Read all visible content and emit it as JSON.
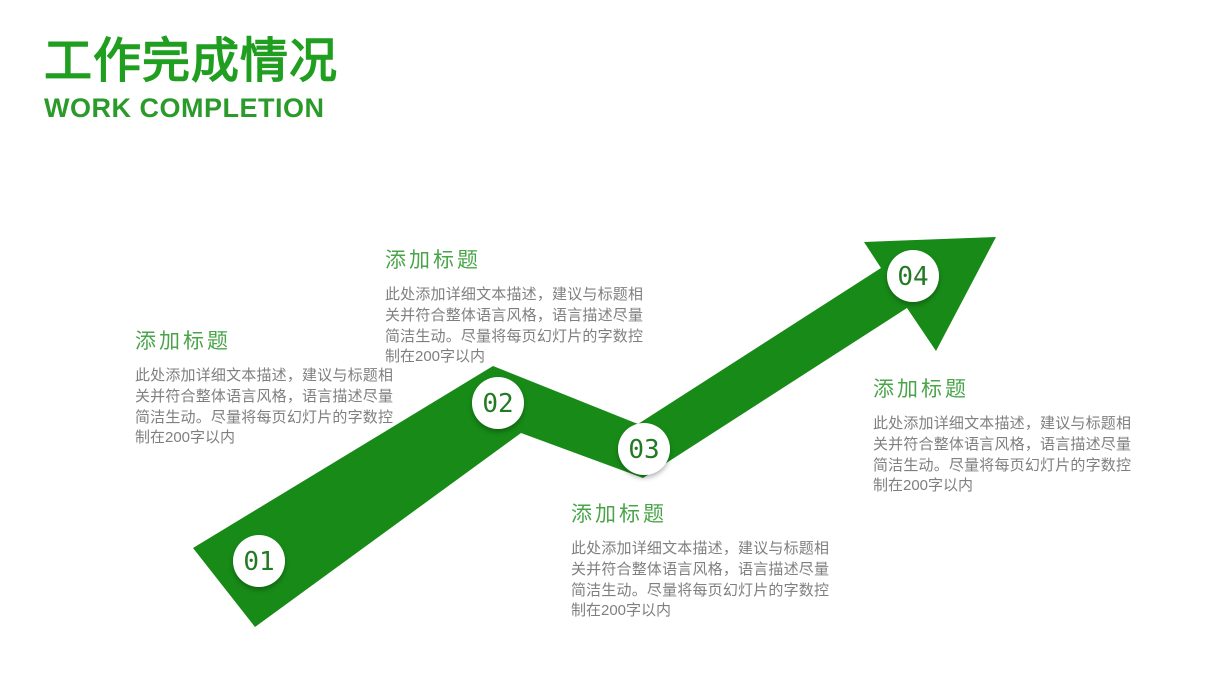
{
  "slide": {
    "title": "工作完成情况",
    "subtitle": "WORK COMPLETION"
  },
  "steps": [
    {
      "number": "01",
      "title": "添加标题",
      "body": "此处添加详细文本描述，建议与标题相关并符合整体语言风格，语言描述尽量简洁生动。尽量将每页幻灯片的字数控制在200字以内"
    },
    {
      "number": "02",
      "title": "添加标题",
      "body": "此处添加详细文本描述，建议与标题相关并符合整体语言风格，语言描述尽量简洁生动。尽量将每页幻灯片的字数控制在200字以内"
    },
    {
      "number": "03",
      "title": "添加标题",
      "body": "此处添加详细文本描述，建议与标题相关并符合整体语言风格，语言描述尽量简洁生动。尽量将每页幻灯片的字数控制在200字以内"
    },
    {
      "number": "04",
      "title": "添加标题",
      "body": "此处添加详细文本描述，建议与标题相关并符合整体语言风格，语言描述尽量简洁生动。尽量将每页幻灯片的字数控制在200字以内"
    }
  ],
  "colors": {
    "heading_green": "#1f9e1f",
    "subtitle_green": "#2a9b2a",
    "arrow_green": "#178a17",
    "section_title_green": "#4aa54a",
    "body_gray": "#7f7f7f",
    "number_green": "#227a22",
    "circle_white": "#ffffff"
  }
}
